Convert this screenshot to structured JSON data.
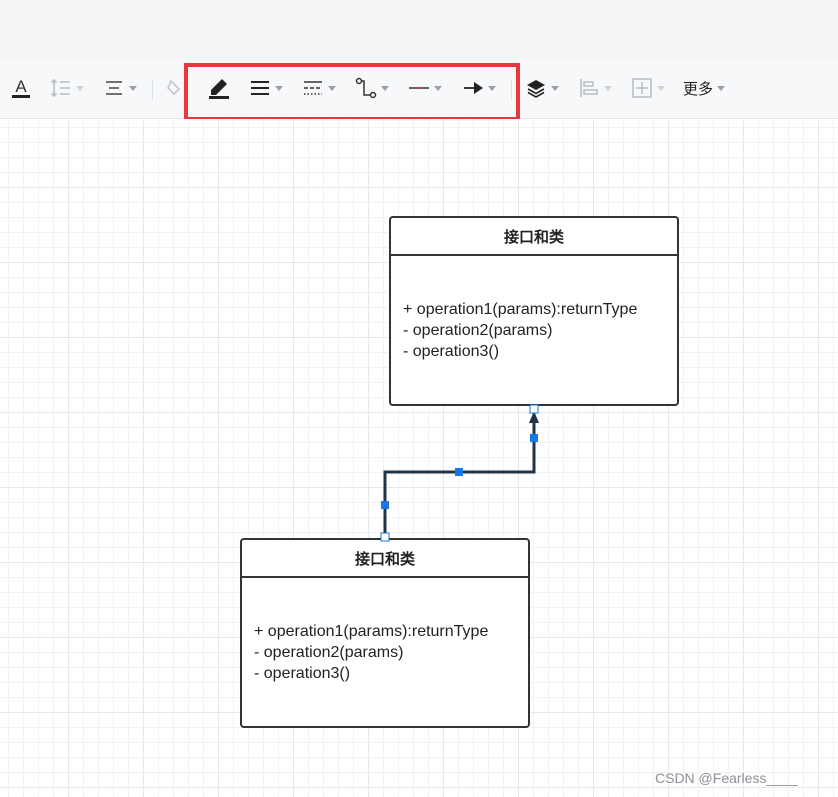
{
  "toolbar": {
    "items": [
      {
        "icon": "font-color-icon"
      },
      {
        "icon": "line-spacing-icon"
      },
      {
        "icon": "align-icon"
      },
      {
        "icon": "fill-icon"
      },
      {
        "icon": "line-color-icon"
      },
      {
        "icon": "line-width-icon"
      },
      {
        "icon": "line-style-icon"
      },
      {
        "icon": "connector-type-icon"
      },
      {
        "icon": "start-arrow-icon"
      },
      {
        "icon": "end-arrow-icon"
      },
      {
        "icon": "layer-icon"
      },
      {
        "icon": "distribute-icon"
      },
      {
        "icon": "move-icon"
      }
    ],
    "more_label": "更多"
  },
  "colors": {
    "highlight": "#e8363b",
    "handle": "#1677e5",
    "connector": "#1f3448"
  },
  "diagram": {
    "class_top": {
      "title": "接口和类",
      "ops": [
        "+ operation1(params):returnType",
        "- operation2(params)",
        "- operation3()"
      ]
    },
    "class_bottom": {
      "title": "接口和类",
      "ops": [
        "+ operation1(params):returnType",
        "- operation2(params)",
        "- operation3()"
      ]
    }
  },
  "watermark": "CSDN @Fearless____"
}
